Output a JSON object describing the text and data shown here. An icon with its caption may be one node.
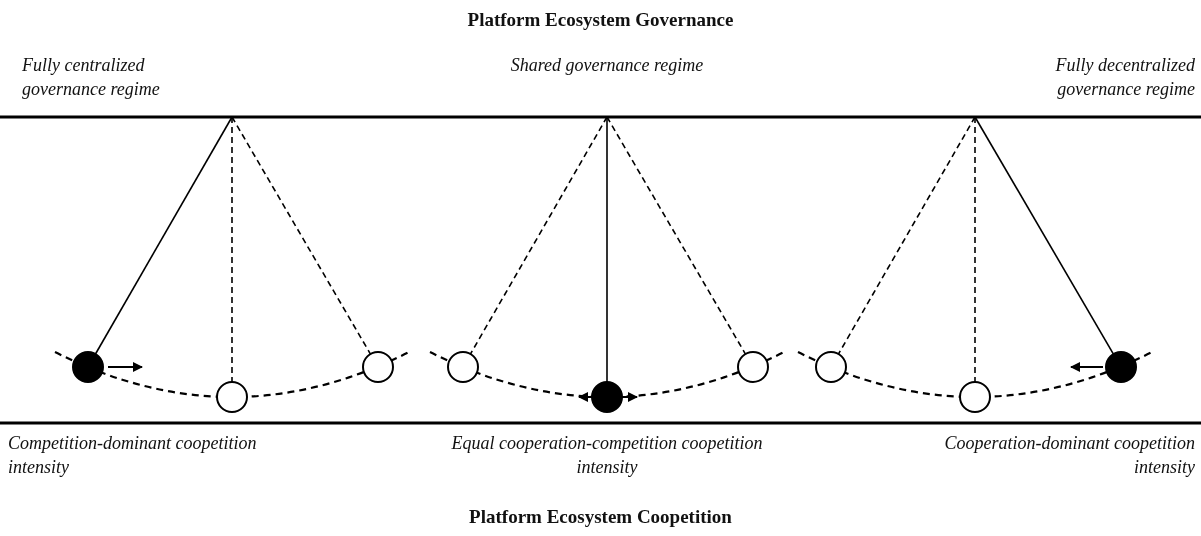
{
  "diagram": {
    "title": "Platform Ecosystem Governance",
    "caption": "Platform Ecosystem Coopetition",
    "labels": [
      "Fully centralized governance regime",
      "Shared governance regime",
      "Fully decentralized governance regime",
      "Competition-dominant coopetition intensity",
      "Equal cooperation-competition coopetition intensity",
      "Cooperation-dominant coopetition intensity"
    ]
  }
}
